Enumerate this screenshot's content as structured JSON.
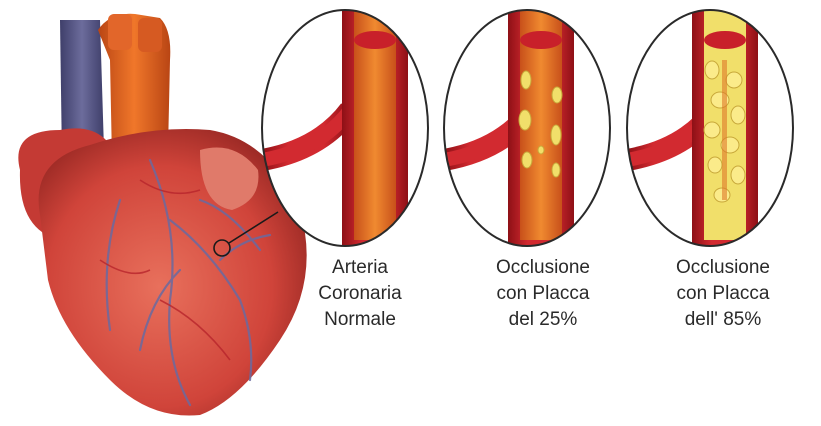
{
  "diagram": {
    "panels": [
      {
        "lines": [
          "Arteria",
          "Coronaria",
          "Normale"
        ],
        "occlusion_percent": 0
      },
      {
        "lines": [
          "Occlusione",
          "con Placca",
          "del 25%"
        ],
        "occlusion_percent": 25
      },
      {
        "lines": [
          "Occlusione",
          "con Placca",
          "dell' 85%"
        ],
        "occlusion_percent": 85
      }
    ]
  },
  "colors": {
    "artery": "#c8202a",
    "artery_dark": "#8e1016",
    "lumen": "#e06a1a",
    "plaque": "#f1df6a",
    "heart": "#d8473a",
    "aorta": "#e0601f",
    "vena": "#5a5a86"
  }
}
